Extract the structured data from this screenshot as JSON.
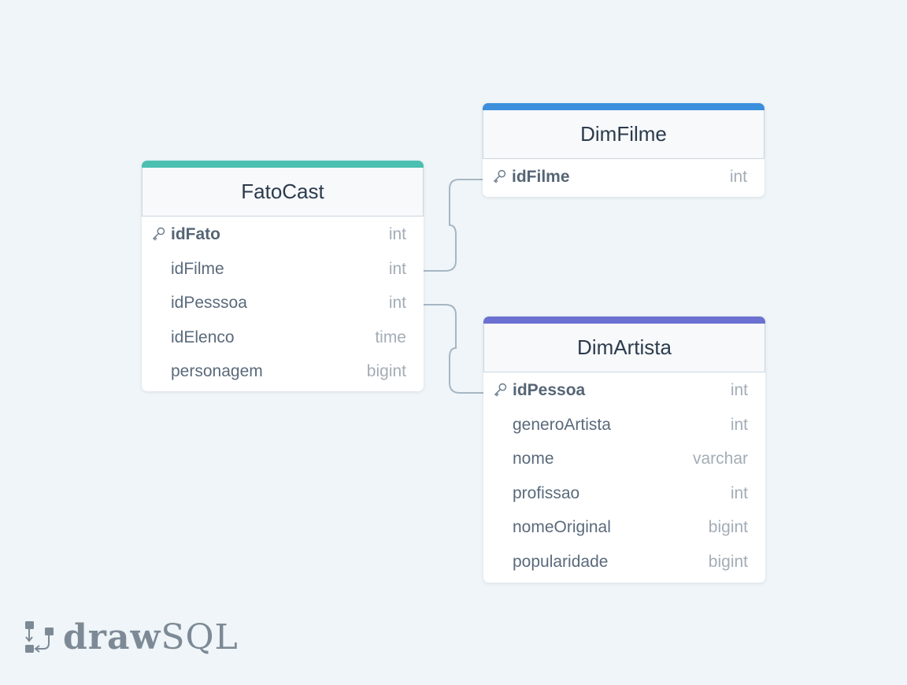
{
  "colors": {
    "background": "#eff5f8",
    "connector": "#a7b6c4",
    "fatocast_accent": "#4bbfb0",
    "dimfilme_accent": "#3b8fdc",
    "dimartista_accent": "#6b70d1"
  },
  "tables": {
    "fatocast": {
      "title": "FatoCast",
      "columns": [
        {
          "name": "idFato",
          "type": "int",
          "pk": true
        },
        {
          "name": "idFilme",
          "type": "int",
          "pk": false
        },
        {
          "name": "idPesssoa",
          "type": "int",
          "pk": false
        },
        {
          "name": "idElenco",
          "type": "time",
          "pk": false
        },
        {
          "name": "personagem",
          "type": "bigint",
          "pk": false
        }
      ]
    },
    "dimfilme": {
      "title": "DimFilme",
      "columns": [
        {
          "name": "idFilme",
          "type": "int",
          "pk": true
        }
      ]
    },
    "dimartista": {
      "title": "DimArtista",
      "columns": [
        {
          "name": "idPessoa",
          "type": "int",
          "pk": true
        },
        {
          "name": "generoArtista",
          "type": "int",
          "pk": false
        },
        {
          "name": "nome",
          "type": "varchar",
          "pk": false
        },
        {
          "name": "profissao",
          "type": "int",
          "pk": false
        },
        {
          "name": "nomeOriginal",
          "type": "bigint",
          "pk": false
        },
        {
          "name": "popularidade",
          "type": "bigint",
          "pk": false
        }
      ]
    }
  },
  "logo": {
    "part1": "draw",
    "part2": "SQL",
    "icon": "drawsql-logo-icon"
  }
}
